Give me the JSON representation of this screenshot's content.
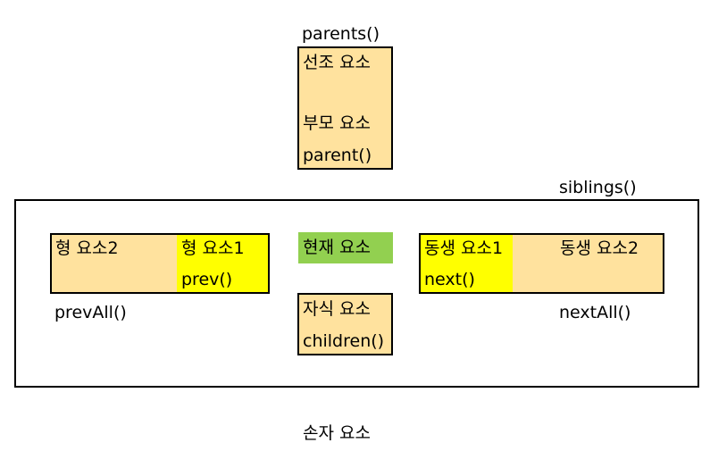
{
  "ancestors": {
    "method": "parents()",
    "ancestor_label": "선조 요소",
    "parent_label": "부모 요소",
    "parent_method": "parent()"
  },
  "siblings_method": "siblings()",
  "older": {
    "older2_label": "형 요소2",
    "older1_label": "형 요소1",
    "prev_method": "prev()",
    "prevall_method": "prevAll()"
  },
  "current": {
    "label": "현재 요소"
  },
  "younger": {
    "younger1_label": "동생 요소1",
    "younger2_label": "동생 요소2",
    "next_method": "next()",
    "nextall_method": "nextAll()"
  },
  "children": {
    "label": "자식 요소",
    "method": "children()"
  },
  "grandchild": {
    "label": "손자 요소"
  },
  "colors": {
    "box_fill": "#ffe29e",
    "highlight_yellow": "#ffff00",
    "current_green": "#92d050"
  }
}
